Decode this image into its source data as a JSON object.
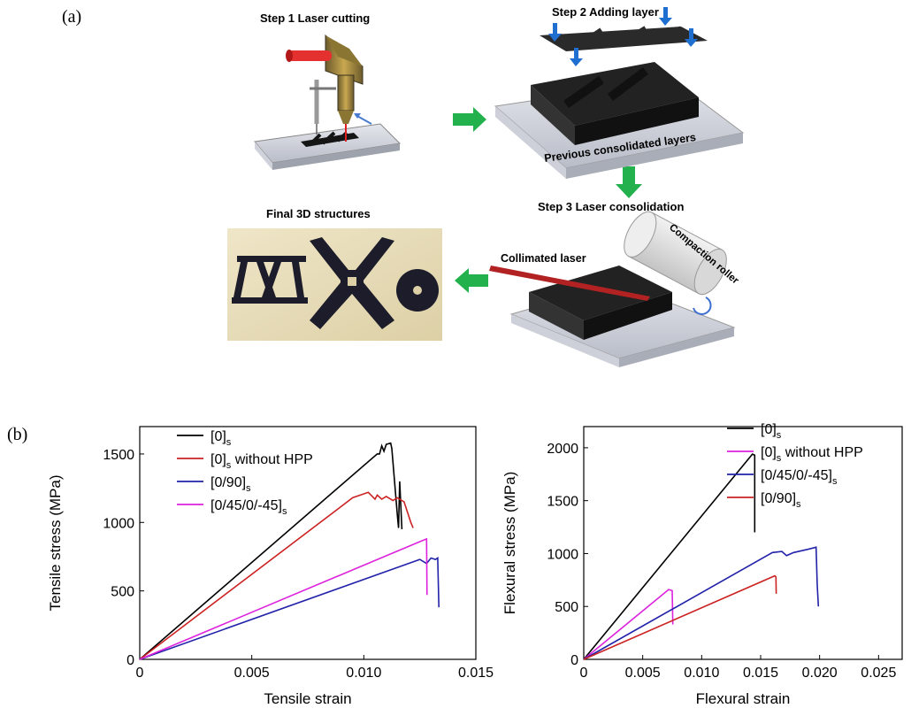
{
  "panel_a": {
    "label": "(a)",
    "step1": "Step 1  Laser cutting",
    "step2": "Step 2  Adding layer",
    "step3": "Step 3  Laser consolidation",
    "final_title": "Final 3D structures",
    "previous_layers": "Previous consolidated layers",
    "collimated_laser": "Collimated laser",
    "compaction_roller": "Compaction roller"
  },
  "panel_b": {
    "label": "(b)"
  },
  "chart_data": [
    {
      "type": "line",
      "xlabel": "Tensile strain",
      "ylabel": "Tensile stress (MPa)",
      "xlim": [
        0,
        0.015
      ],
      "ylim": [
        0,
        1700
      ],
      "xticks": [
        "0",
        "0.005",
        "0.010",
        "0.015"
      ],
      "yticks": [
        "0",
        "500",
        "1000",
        "1500"
      ],
      "legend_position": "top-left",
      "series": [
        {
          "name": "[0]s",
          "base": "[0]",
          "sub": "s",
          "suffix": "",
          "color": "#000000",
          "points": [
            [
              0,
              0
            ],
            [
              0.0106,
              1500
            ],
            [
              0.0107,
              1500
            ],
            [
              0.0108,
              1560
            ],
            [
              0.0109,
              1520
            ],
            [
              0.011,
              1570
            ],
            [
              0.0112,
              1580
            ],
            [
              0.01125,
              1540
            ],
            [
              0.0115,
              1050
            ],
            [
              0.01155,
              960
            ],
            [
              0.0116,
              1300
            ],
            [
              0.0117,
              950
            ]
          ]
        },
        {
          "name": "[0]s without HPP",
          "base": "[0]",
          "sub": "s",
          "suffix": " without HPP",
          "color": "#cc2222",
          "points": [
            [
              0,
              0
            ],
            [
              0.0095,
              1180
            ],
            [
              0.0102,
              1220
            ],
            [
              0.0105,
              1170
            ],
            [
              0.0106,
              1200
            ],
            [
              0.0108,
              1170
            ],
            [
              0.011,
              1190
            ],
            [
              0.0113,
              1160
            ],
            [
              0.0115,
              1180
            ],
            [
              0.0118,
              1150
            ],
            [
              0.0121,
              1000
            ],
            [
              0.0122,
              960
            ]
          ]
        },
        {
          "name": "[0/90]s",
          "base": "[0/90]",
          "sub": "s",
          "suffix": "",
          "color": "#2222aa",
          "points": [
            [
              0,
              0
            ],
            [
              0.0125,
              730
            ],
            [
              0.0128,
              700
            ],
            [
              0.013,
              740
            ],
            [
              0.0132,
              730
            ],
            [
              0.0133,
              740
            ],
            [
              0.01335,
              380
            ]
          ]
        },
        {
          "name": "[0/45/0/-45]s",
          "base": "[0/45/0/-45]",
          "sub": "s",
          "suffix": "",
          "color": "#dd22dd",
          "points": [
            [
              0,
              0
            ],
            [
              0.0125,
              860
            ],
            [
              0.0128,
              880
            ],
            [
              0.01282,
              470
            ]
          ]
        }
      ]
    },
    {
      "type": "line",
      "xlabel": "Flexural strain",
      "ylabel": "Flexural stress (MPa)",
      "xlim": [
        0,
        0.027
      ],
      "ylim": [
        0,
        2200
      ],
      "xticks": [
        "0",
        "0.005",
        "0.010",
        "0.015",
        "0.020",
        "0.025"
      ],
      "yticks": [
        "0",
        "500",
        "1000",
        "1500",
        "2000"
      ],
      "legend_position": "top-right",
      "series": [
        {
          "name": "[0]s",
          "base": "[0]",
          "sub": "s",
          "suffix": "",
          "color": "#000000",
          "points": [
            [
              0,
              0
            ],
            [
              0.0143,
              1940
            ],
            [
              0.0145,
              1930
            ],
            [
              0.0145,
              1200
            ]
          ]
        },
        {
          "name": "[0]s without HPP",
          "base": "[0]",
          "sub": "s",
          "suffix": " without HPP",
          "color": "#dd22dd",
          "points": [
            [
              0,
              0
            ],
            [
              0.0072,
              660
            ],
            [
              0.0075,
              650
            ],
            [
              0.00755,
              330
            ]
          ]
        },
        {
          "name": "[0/45/0/-45]s",
          "base": "[0/45/0/-45]",
          "sub": "s",
          "suffix": "",
          "color": "#2222aa",
          "points": [
            [
              0,
              0
            ],
            [
              0.016,
              1010
            ],
            [
              0.0168,
              1020
            ],
            [
              0.0172,
              980
            ],
            [
              0.0178,
              1010
            ],
            [
              0.019,
              1040
            ],
            [
              0.0197,
              1060
            ],
            [
              0.0198,
              700
            ],
            [
              0.0199,
              500
            ]
          ]
        },
        {
          "name": "[0/90]s",
          "base": "[0/90]",
          "sub": "s",
          "suffix": "",
          "color": "#cc2222",
          "points": [
            [
              0,
              0
            ],
            [
              0.0162,
              790
            ],
            [
              0.0163,
              780
            ],
            [
              0.01632,
              620
            ]
          ]
        }
      ]
    }
  ]
}
